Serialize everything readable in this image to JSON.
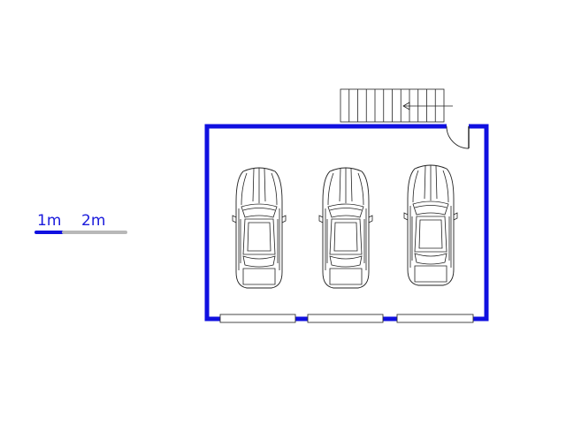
{
  "scale_bar": {
    "label_1": "1m",
    "label_2": "2m",
    "color_primary": "#1010e0",
    "color_secondary": "#b8b8b8"
  },
  "garage": {
    "wall_color": "#1010e0",
    "car_count": 3,
    "window_count": 3,
    "has_stairs": true,
    "has_door": true
  },
  "icons": {
    "car": "car-topview-icon",
    "stairs": "staircase-icon",
    "door": "door-swing-icon",
    "window": "window-icon"
  }
}
